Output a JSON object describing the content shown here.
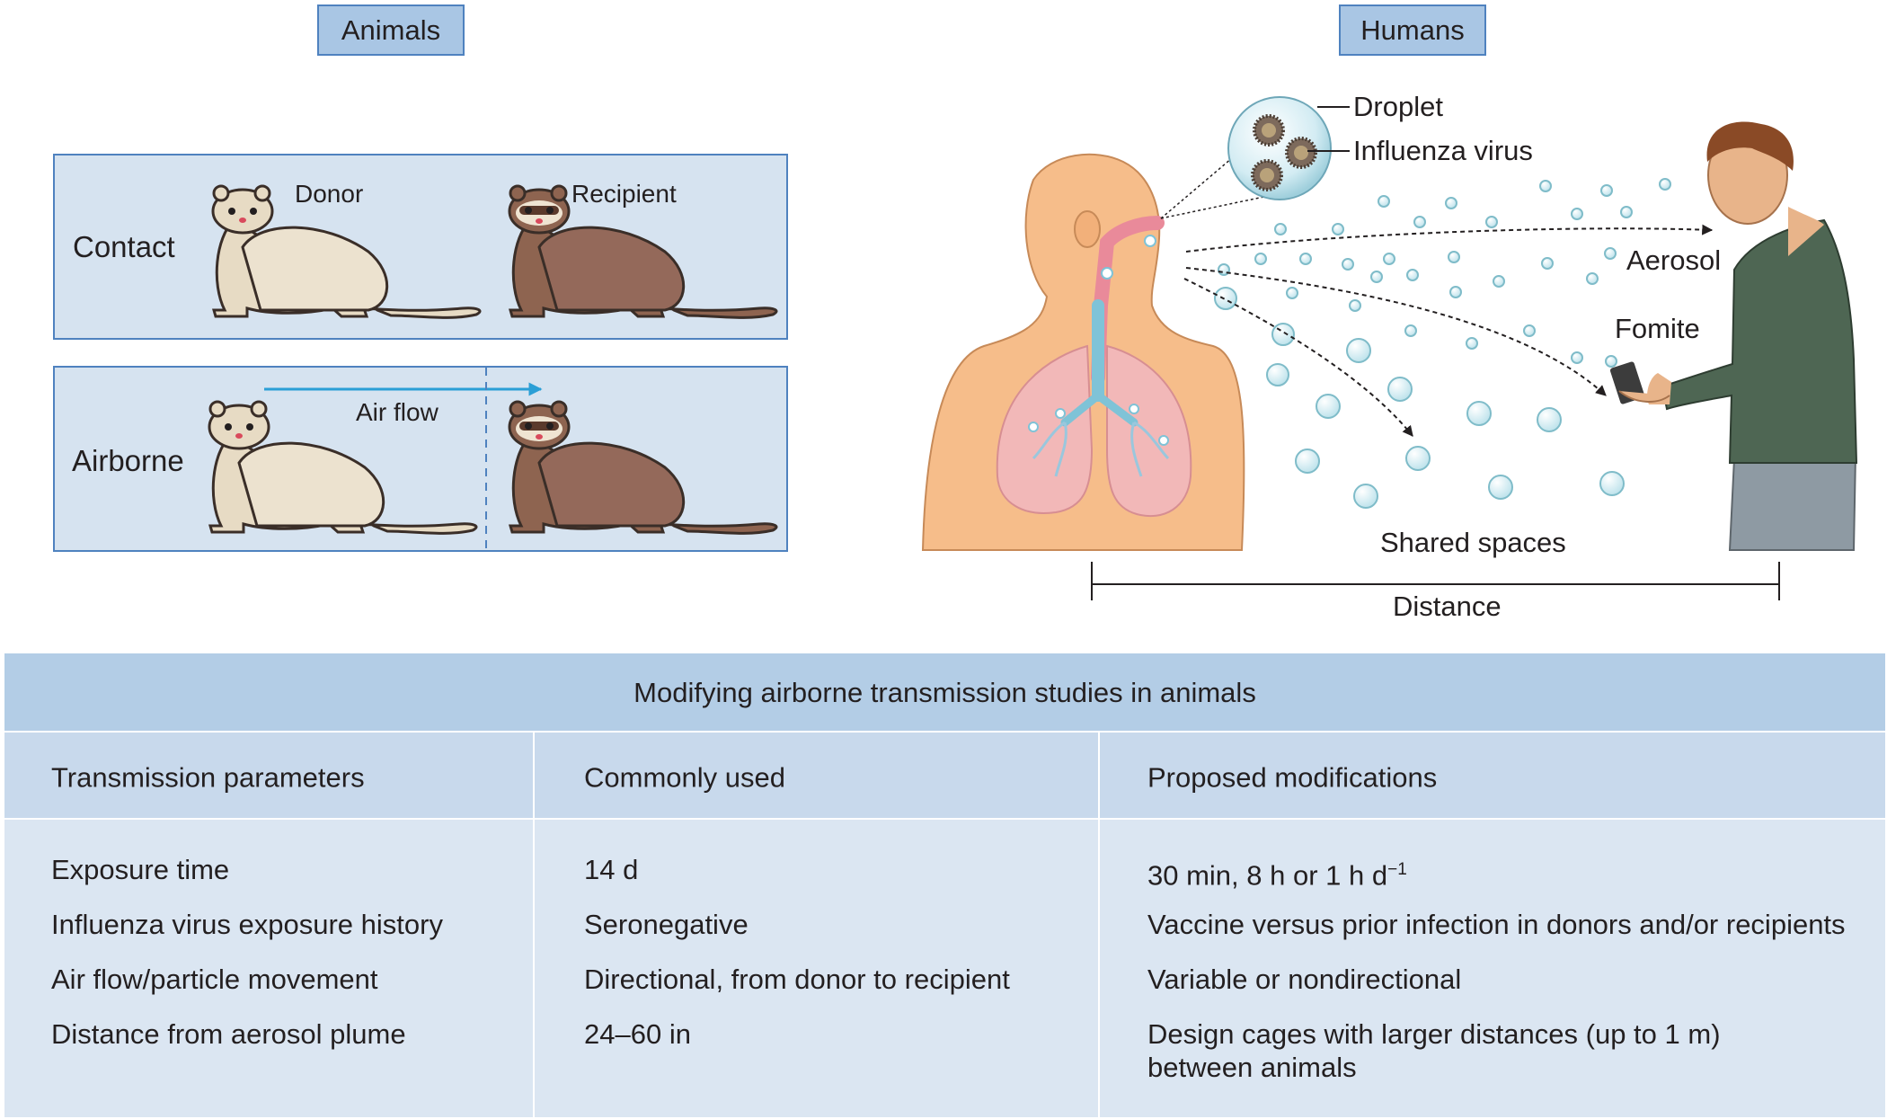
{
  "animals": {
    "header": "Animals",
    "contact": {
      "label": "Contact",
      "donor": "Donor",
      "recipient": "Recipient"
    },
    "airborne": {
      "label": "Airborne",
      "air_flow": "Air flow"
    }
  },
  "humans": {
    "header": "Humans",
    "droplet": "Droplet",
    "influenza_virus": "Influenza virus",
    "aerosol": "Aerosol",
    "fomite": "Fomite",
    "shared_spaces": "Shared spaces",
    "distance": "Distance"
  },
  "table": {
    "title": "Modifying airborne transmission studies in animals",
    "columns": [
      "Transmission parameters",
      "Commonly used",
      "Proposed modifications"
    ],
    "rows": [
      [
        "Exposure time",
        "14 d",
        "30 min, 8 h or 1 h d"
      ],
      [
        "Influenza virus exposure history",
        "Seronegative",
        "Vaccine versus prior infection in donors and/or recipients"
      ],
      [
        "Air flow/particle movement",
        "Directional, from donor to recipient",
        "Variable or nondirectional"
      ],
      [
        "Distance from aerosol plume",
        "24–60 in",
        "Design cages with larger distances (up to 1 m)",
        "between animals"
      ]
    ],
    "superscript": "−1"
  },
  "colors": {
    "panel_fill": "#d6e3f0",
    "panel_border": "#4f82bf",
    "header_fill": "#a9c6e4",
    "donor_ferret": "#e7dbc4",
    "recipient_ferret": "#8e6450",
    "skin": "#f6bd8a",
    "lung": "#f2b8bd",
    "airway": "#7fc3d7",
    "shirt": "#4e6653",
    "trousers": "#8e9aa3",
    "air_flow_arrow": "#2b9fd6"
  }
}
